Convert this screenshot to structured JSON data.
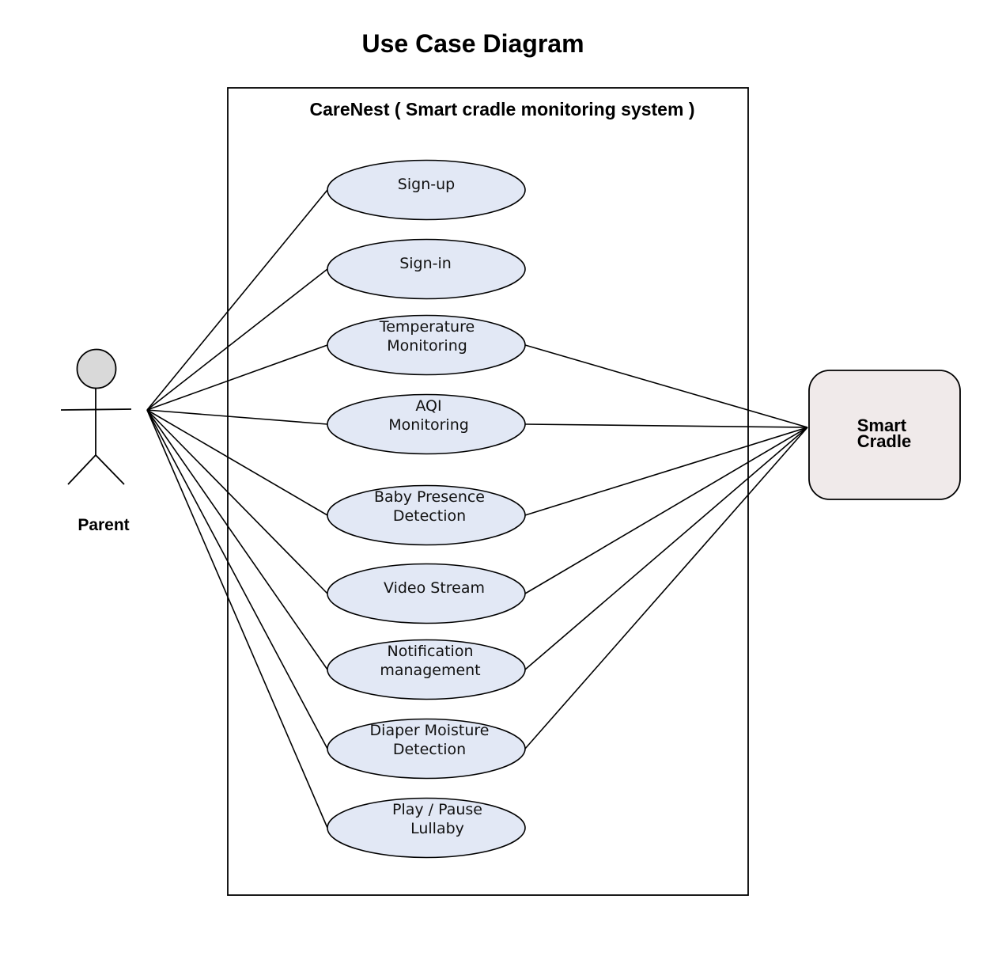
{
  "title": "Use Case Diagram",
  "system": {
    "name": "CareNest ( Smart cradle monitoring system )"
  },
  "actors": {
    "parent": {
      "label": "Parent"
    },
    "cradle": {
      "label_lines": [
        "Smart",
        "Cradle"
      ]
    }
  },
  "use_cases": [
    {
      "id": "signup",
      "lines": [
        "Sign-up"
      ],
      "cradle_link": false
    },
    {
      "id": "signin",
      "lines": [
        "Sign-in"
      ],
      "cradle_link": false
    },
    {
      "id": "temperature",
      "lines": [
        "Temperature",
        "Monitoring"
      ],
      "cradle_link": true
    },
    {
      "id": "aqi",
      "lines": [
        "AQI",
        "Monitoring"
      ],
      "cradle_link": true
    },
    {
      "id": "baby-presence",
      "lines": [
        "Baby  Presence",
        "Detection"
      ],
      "cradle_link": true
    },
    {
      "id": "video-stream",
      "lines": [
        "Video Stream"
      ],
      "cradle_link": true
    },
    {
      "id": "notification",
      "lines": [
        "Notification",
        "management"
      ],
      "cradle_link": true
    },
    {
      "id": "diaper",
      "lines": [
        "Diaper Moisture",
        "Detection"
      ],
      "cradle_link": true
    },
    {
      "id": "lullaby",
      "lines": [
        "Play / Pause",
        "Lullaby"
      ],
      "cradle_link": false
    }
  ],
  "colors": {
    "usecase_fill": "#e2e8f5",
    "cradle_fill": "#f0eaea",
    "actor_head_fill": "#d9d9d9"
  }
}
